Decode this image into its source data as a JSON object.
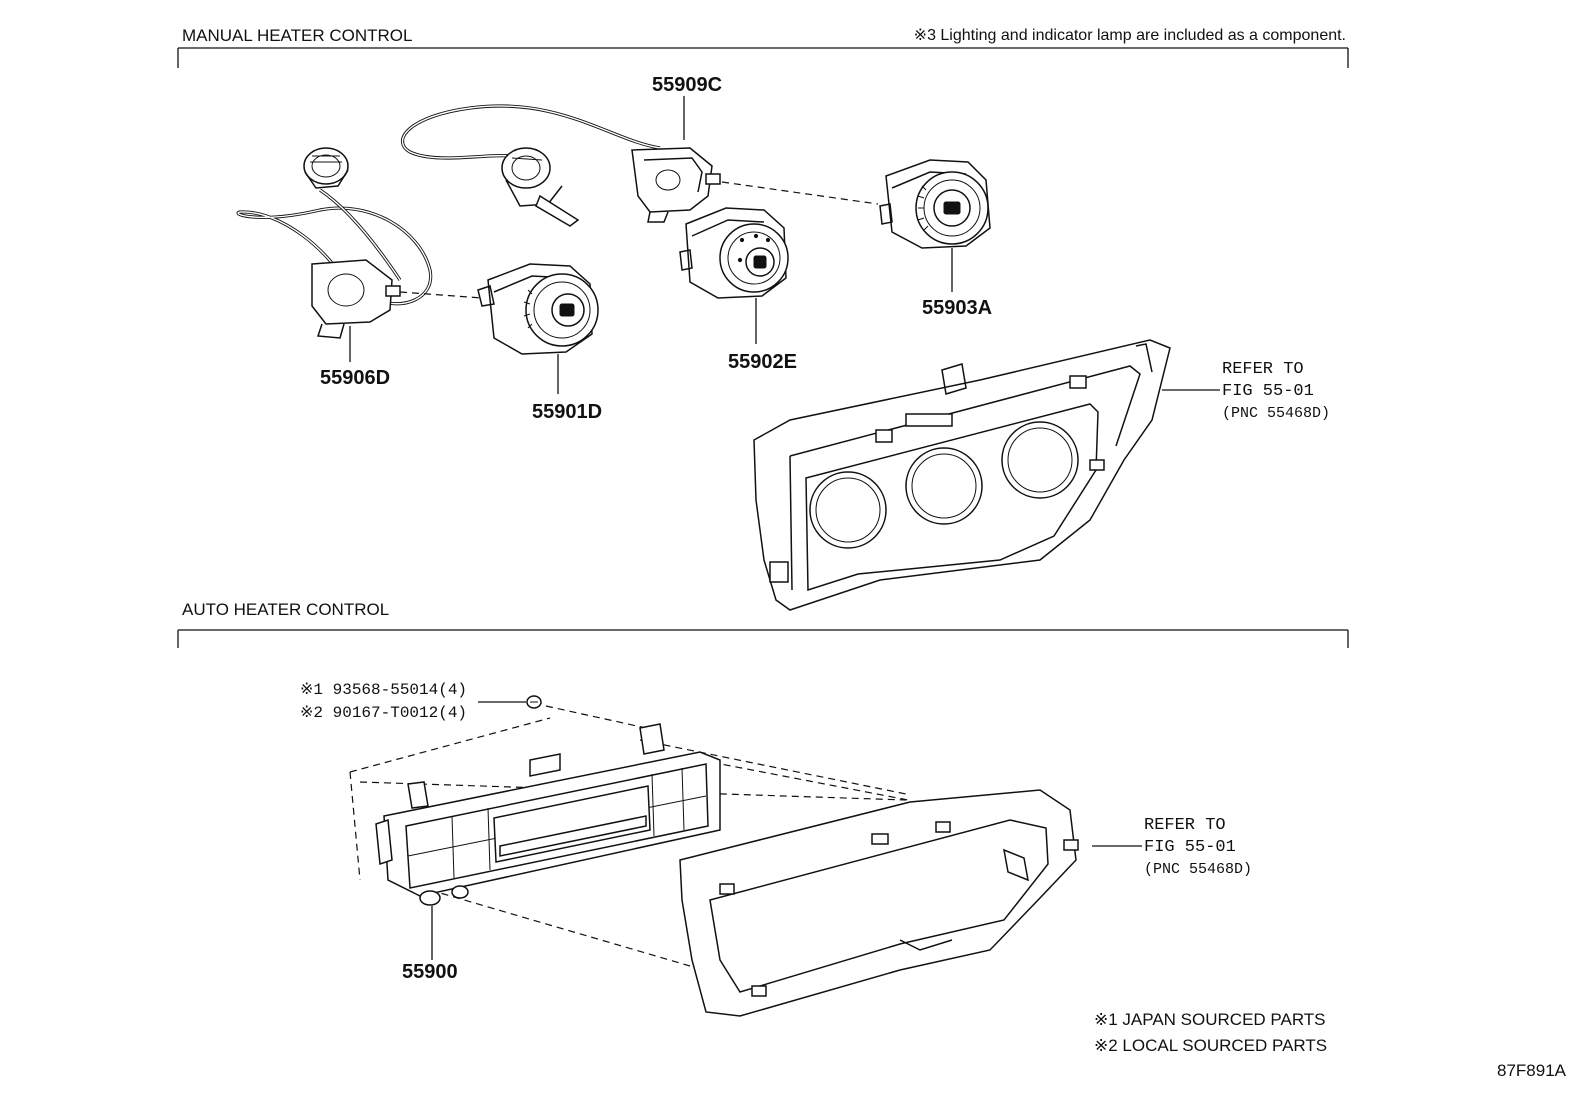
{
  "manual_section": {
    "title": "MANUAL HEATER CONTROL",
    "note": "※3 Lighting and indicator lamp are included as a component."
  },
  "manual_parts": {
    "p55909C": "55909C",
    "p55903A": "55903A",
    "p55902E": "55902E",
    "p55906D": "55906D",
    "p55901D": "55901D"
  },
  "manual_ref": {
    "line1": "REFER TO",
    "line2": "FIG 55-01",
    "line3": "(PNC 55468D)"
  },
  "auto_section": {
    "title": "AUTO HEATER CONTROL"
  },
  "auto_fasteners": {
    "line1": "※1 93568-55014(4)",
    "line2": "※2 90167-T0012(4)"
  },
  "auto_parts": {
    "p55900": "55900"
  },
  "auto_ref": {
    "line1": "REFER TO",
    "line2": "FIG 55-01",
    "line3": "(PNC 55468D)"
  },
  "legend": {
    "japan": "※1 JAPAN SOURCED PARTS",
    "local": "※2 LOCAL SOURCED PARTS"
  },
  "figure_id": "87F891A"
}
